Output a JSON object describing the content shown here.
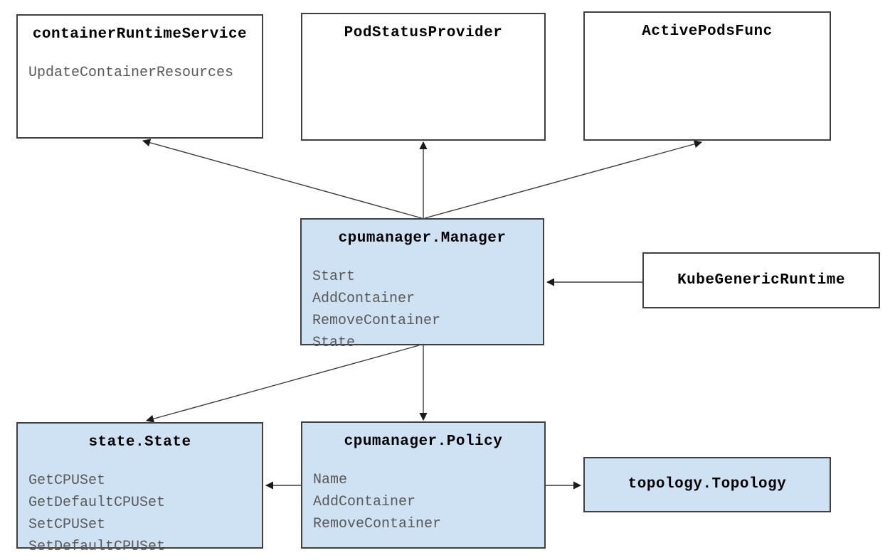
{
  "diagram": {
    "nodes": {
      "container_runtime_service": {
        "title": "containerRuntimeService",
        "methods": [
          "UpdateContainerResources"
        ],
        "highlighted": false
      },
      "pod_status_provider": {
        "title": "PodStatusProvider",
        "methods": [],
        "highlighted": false
      },
      "active_pods_func": {
        "title": "ActivePodsFunc",
        "methods": [],
        "highlighted": false
      },
      "manager": {
        "title": "cpumanager.Manager",
        "methods": [
          "Start",
          "AddContainer",
          "RemoveContainer",
          "State"
        ],
        "highlighted": true
      },
      "kube_generic_runtime": {
        "title": "KubeGenericRuntime",
        "methods": [],
        "highlighted": false
      },
      "state": {
        "title": "state.State",
        "methods": [
          "GetCPUSet",
          "GetDefaultCPUSet",
          "SetCPUSet",
          "SetDefaultCPUSet"
        ],
        "highlighted": true
      },
      "policy": {
        "title": "cpumanager.Policy",
        "methods": [
          "Name",
          "AddContainer",
          "RemoveContainer"
        ],
        "highlighted": true
      },
      "topology": {
        "title": "topology.Topology",
        "methods": [],
        "highlighted": true
      }
    },
    "edges": [
      {
        "from": "cpumanager.Manager",
        "to": "containerRuntimeService",
        "direction": "arrow-at-target"
      },
      {
        "from": "cpumanager.Manager",
        "to": "PodStatusProvider",
        "direction": "arrow-at-target"
      },
      {
        "from": "cpumanager.Manager",
        "to": "ActivePodsFunc",
        "direction": "arrow-at-target"
      },
      {
        "from": "KubeGenericRuntime",
        "to": "cpumanager.Manager",
        "direction": "arrow-at-target"
      },
      {
        "from": "cpumanager.Manager",
        "to": "state.State",
        "direction": "arrow-at-target"
      },
      {
        "from": "cpumanager.Manager",
        "to": "cpumanager.Policy",
        "direction": "arrow-at-target"
      },
      {
        "from": "cpumanager.Policy",
        "to": "state.State",
        "direction": "arrow-at-target"
      },
      {
        "from": "cpumanager.Policy",
        "to": "topology.Topology",
        "direction": "arrow-at-target"
      }
    ],
    "colors": {
      "highlight_fill": "#cfe2f3",
      "plain_fill": "#ffffff",
      "node_border": "#404040",
      "title_text": "#000000",
      "method_text": "#595959",
      "arrow": "#3a3a3a"
    }
  }
}
